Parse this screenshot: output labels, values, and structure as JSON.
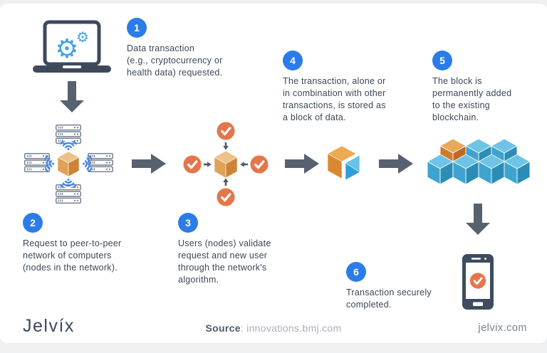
{
  "steps": [
    {
      "number": "1",
      "text": "Data transaction\n(e.g., cryptocurrency or\nhealth data) requested."
    },
    {
      "number": "2",
      "text": "Request to peer-to-peer\nnetwork of computers\n(nodes in the network)."
    },
    {
      "number": "3",
      "text": "Users (nodes) validate\nrequest and new user\nthrough the network's\nalgorithm."
    },
    {
      "number": "4",
      "text": "The transaction, alone or\nin combination with other\ntransactions, is stored as\na block of data."
    },
    {
      "number": "5",
      "text": "The block is\npermanently added\nto the existing\nblockchain."
    },
    {
      "number": "6",
      "text": "Transaction securely\ncompleted."
    }
  ],
  "footer": {
    "logo": "Jelvíx",
    "source_label": "Source",
    "source_value": ": innovations.bmj.com",
    "website": "jelvix.com"
  },
  "colors": {
    "badge_blue": "#2b7ce9",
    "check_orange": "#e5764b",
    "dark_slate": "#3d4a5c",
    "arrow_gray": "#57616f",
    "wifi_blue": "#3c85f0",
    "gear_blue": "#44a3e8",
    "cube_orange_top": "#ecc288",
    "chain_blue_top": "#6fc3e6"
  }
}
